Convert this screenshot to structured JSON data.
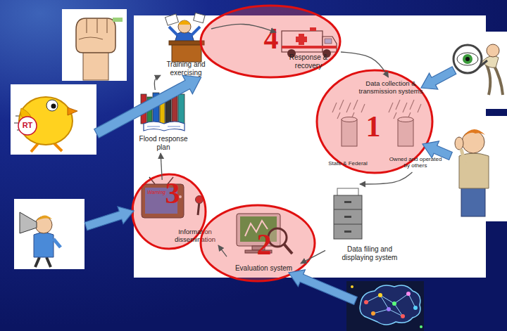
{
  "diagram": {
    "nodes": [
      {
        "text": [
          "Training and exercising"
        ]
      },
      {
        "text": [
          "4"
        ]
      },
      {
        "text": [
          "Response & recovery"
        ],
        "in": 1
      },
      {
        "text": [
          "RT"
        ]
      },
      {
        "text": [
          "Flood response plan"
        ]
      },
      {
        "text": [
          "1"
        ]
      },
      {
        "text": [
          "Data collection & transmission systems",
          "State & Federal",
          "Owned and operated by others"
        ],
        "in": 5
      },
      {
        "text": [
          "3"
        ]
      },
      {
        "text": [
          "Warning",
          "Information dissemination"
        ],
        "in": 7
      },
      {
        "text": [
          "2"
        ]
      },
      {
        "text": [
          "Evaluation system"
        ],
        "in": 9
      },
      {
        "text": [
          "Data filing and displaying system"
        ]
      }
    ],
    "edges": [
      {
        "from": 0,
        "to": 2,
        "arrow": "to"
      },
      {
        "from": 2,
        "to": 6,
        "arrow": "to"
      },
      {
        "from": 6,
        "to": 11,
        "arrow": "to"
      },
      {
        "from": 11,
        "to": 10,
        "arrow": "to"
      },
      {
        "from": 10,
        "to": 8,
        "arrow": "to"
      },
      {
        "from": 8,
        "to": 4,
        "arrow": "to"
      },
      {
        "from": 4,
        "to": 0,
        "arrow": "to"
      },
      {
        "from": 3,
        "to": 0,
        "arrow": "to"
      }
    ]
  }
}
